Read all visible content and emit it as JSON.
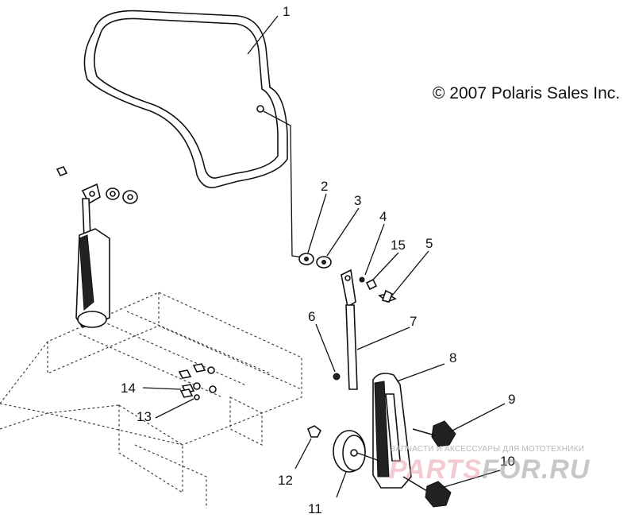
{
  "copyright": "© 2007 Polaris Sales Inc.",
  "callouts": [
    "1",
    "2",
    "3",
    "4",
    "15",
    "5",
    "6",
    "7",
    "8",
    "9",
    "10",
    "11",
    "12",
    "13",
    "14"
  ],
  "watermark": {
    "subtitle": "ЗАПЧАСТИ И АКСЕССУАРЫ ДЛЯ МОТОТЕХНИКИ",
    "brand_part1": "PARTS",
    "brand_part2": "FOR.RU"
  }
}
